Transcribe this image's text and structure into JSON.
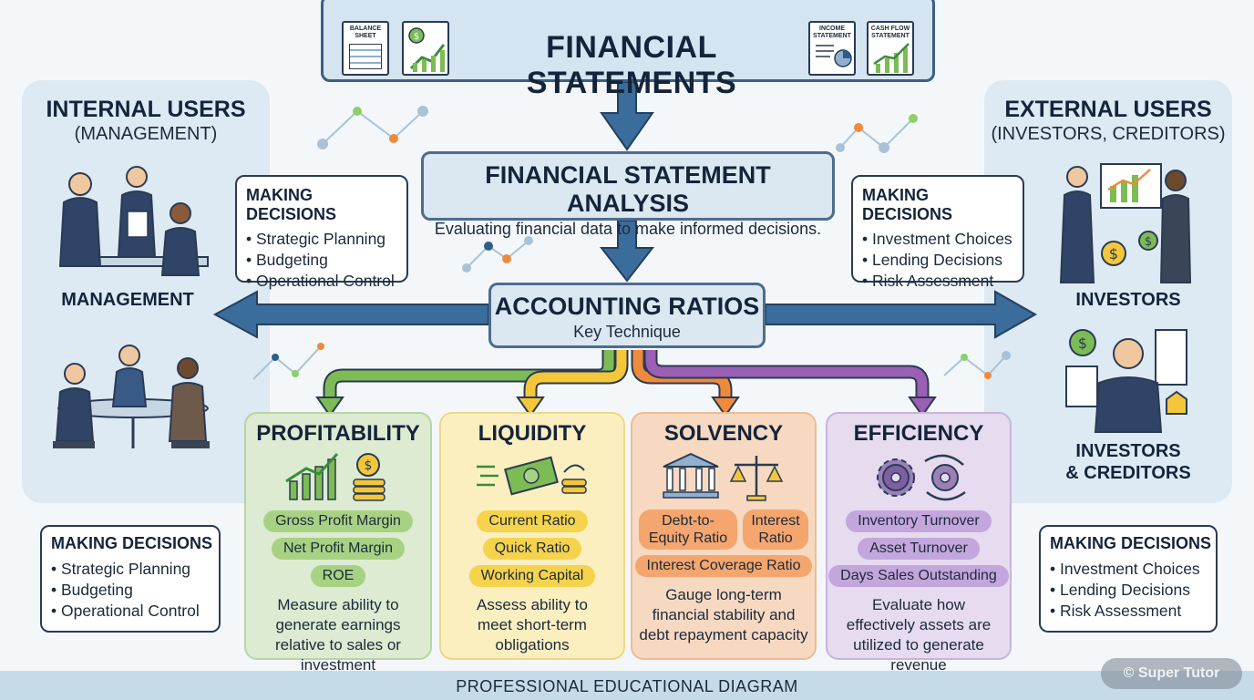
{
  "title": "FINANCIAL STATEMENTS",
  "statement_icons": {
    "balance_sheet": "BALANCE SHEET",
    "income_statement": "INCOME STATEMENT",
    "cash_flow_statement": "CASH FLOW STATEMENT"
  },
  "analysis": {
    "heading": "FINANCIAL STATEMENT ANALYSIS",
    "subtitle": "Evaluating financial data to make informed decisions."
  },
  "ratios": {
    "heading": "ACCOUNTING RATIOS",
    "subtitle": "Key Technique"
  },
  "internal": {
    "heading": "INTERNAL USERS",
    "subheading": "(MANAGEMENT)",
    "caption": "MANAGEMENT"
  },
  "external": {
    "heading": "EXTERNAL USERS",
    "subheading": "(INVESTORS, CREDITORS)",
    "caption_investors": "INVESTORS",
    "caption_creditors_line1": "INVESTORS",
    "caption_creditors_line2": "& CREDITORS"
  },
  "decisions_internal": {
    "title": "MAKING DECISIONS",
    "items": [
      "Strategic Planning",
      "Budgeting",
      "Operational Control"
    ]
  },
  "decisions_external": {
    "title": "MAKING DECISIONS",
    "items": [
      "Investment Choices",
      "Lending Decisions",
      "Risk Assessment"
    ]
  },
  "categories": {
    "profitability": {
      "title": "PROFITABILITY",
      "ratios": [
        "Gross Profit Margin",
        "Net Profit Margin",
        "ROE"
      ],
      "description": "Measure ability to generate earnings relative to sales or investment"
    },
    "liquidity": {
      "title": "LIQUIDITY",
      "ratios": [
        "Current Ratio",
        "Quick Ratio",
        "Working Capital"
      ],
      "description": "Assess ability to meet short-term obligations"
    },
    "solvency": {
      "title": "SOLVENCY",
      "ratios": [
        "Debt-to-Equity Ratio",
        "Interest Ratio",
        "Interest Coverage Ratio"
      ],
      "description": "Gauge long-term financial stability and debt repayment capacity"
    },
    "efficiency": {
      "title": "EFFICIENCY",
      "ratios": [
        "Inventory Turnover",
        "Asset Turnover",
        "Days Sales Outstanding"
      ],
      "description": "Evaluate how effectively assets are utilized to generate revenue"
    }
  },
  "footer": "PROFESSIONAL EDUCATIONAL DIAGRAM",
  "watermark": "© Super Tutor",
  "colors": {
    "arrow_blue": "#3a6c9c",
    "profitability_bg": "#dcebd2",
    "liquidity_bg": "#fbefc0",
    "solvency_bg": "#f7d9c2",
    "efficiency_bg": "#e6dbef"
  }
}
